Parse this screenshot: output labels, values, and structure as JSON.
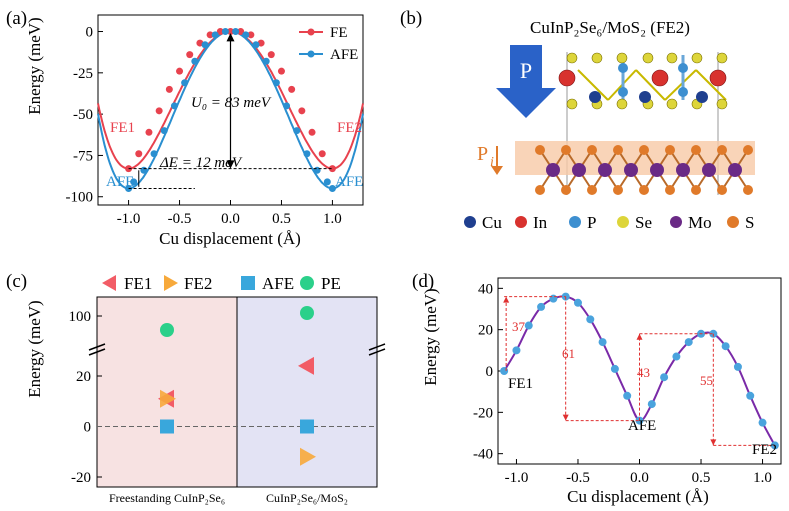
{
  "panels": {
    "a": {
      "tag": "(a)"
    },
    "b": {
      "tag": "(b)"
    },
    "c": {
      "tag": "(c)"
    },
    "d": {
      "tag": "(d)"
    }
  },
  "chart_data": [
    {
      "id": "a",
      "type": "line",
      "xlabel": "Cu displacement (Å)",
      "ylabel": "Energy (meV)",
      "xlim": [
        -1.3,
        1.3
      ],
      "ylim": [
        -105,
        10
      ],
      "xticks": [
        "-1.0",
        "-0.5",
        "0.0",
        "0.5",
        "1.0"
      ],
      "yticks": [
        "0",
        "-25",
        "-50",
        "-75",
        "-100"
      ],
      "colors": {
        "FE": "#e8424e",
        "AFE": "#2a8fd0"
      },
      "series": [
        {
          "name": "FE",
          "x": [
            -1.0,
            -0.9,
            -0.8,
            -0.7,
            -0.6,
            -0.5,
            -0.4,
            -0.3,
            -0.2,
            -0.1,
            0.0,
            0.1,
            0.2,
            0.3,
            0.4,
            0.5,
            0.6,
            0.7,
            0.8,
            0.9,
            1.0
          ],
          "y": [
            -83,
            -74,
            -61,
            -48,
            -35,
            -24,
            -14,
            -7,
            -2,
            0,
            0,
            0,
            -2,
            -7,
            -14,
            -24,
            -35,
            -48,
            -61,
            -74,
            -83
          ]
        },
        {
          "name": "AFE",
          "x": [
            -1.0,
            -0.95,
            -0.85,
            -0.75,
            -0.65,
            -0.55,
            -0.45,
            -0.35,
            -0.25,
            -0.15,
            -0.05,
            0.05,
            0.15,
            0.25,
            0.35,
            0.45,
            0.55,
            0.65,
            0.75,
            0.85,
            0.95,
            1.0
          ],
          "y": [
            -95,
            -91,
            -84,
            -74,
            -60,
            -45,
            -31,
            -18,
            -8,
            -2,
            0,
            0,
            -2,
            -8,
            -18,
            -31,
            -45,
            -60,
            -74,
            -84,
            -91,
            -95
          ]
        }
      ],
      "annotations": {
        "u0": "U₀ = 83 meV",
        "de": "ΔE = 12 meV",
        "fe1": "FE1",
        "fe2": "FE2",
        "afe_left": "AFE",
        "afe_right": "AFE"
      }
    },
    {
      "id": "c",
      "type": "scatter",
      "ylabel": "Energy (meV)",
      "categories": [
        "Freestanding CuInP₂Se₆",
        "CuInP₂Se₆/MoS₂"
      ],
      "yticks_low": [
        "-20",
        "0",
        "20"
      ],
      "yticks_high": [
        "100"
      ],
      "legend": [
        "FE1",
        "FE2",
        "AFE",
        "PE"
      ],
      "colors": {
        "FE1": "#f25c66",
        "FE2": "#f7a93b",
        "AFE": "#39a7dc",
        "PE": "#2bd08a"
      },
      "series": [
        {
          "name": "FE1",
          "values": [
            11,
            24
          ]
        },
        {
          "name": "FE2",
          "values": [
            11,
            -12
          ]
        },
        {
          "name": "AFE",
          "values": [
            0,
            0
          ]
        },
        {
          "name": "PE",
          "values": [
            86,
            103
          ]
        }
      ]
    },
    {
      "id": "d",
      "type": "line",
      "xlabel": "Cu displacement (Å)",
      "ylabel": "Energy (meV)",
      "xlim": [
        -1.15,
        1.15
      ],
      "ylim": [
        -45,
        45
      ],
      "xticks": [
        "-1.0",
        "-0.5",
        "0.0",
        "0.5",
        "1.0"
      ],
      "yticks": [
        "40",
        "20",
        "0",
        "-20",
        "-40"
      ],
      "x": [
        -1.1,
        -1.0,
        -0.9,
        -0.8,
        -0.7,
        -0.6,
        -0.5,
        -0.4,
        -0.3,
        -0.2,
        -0.1,
        0.0,
        0.1,
        0.2,
        0.3,
        0.4,
        0.5,
        0.6,
        0.7,
        0.8,
        0.9,
        1.0,
        1.1
      ],
      "y": [
        0,
        10,
        22,
        31,
        35,
        36,
        33,
        25,
        14,
        1,
        -12,
        -24,
        -16,
        -3,
        7,
        14,
        18,
        18,
        12,
        2,
        -12,
        -25,
        -36
      ],
      "annotations": {
        "fe1": "FE1",
        "afe": "AFE",
        "fe2": "FE2",
        "v37": "37",
        "v61": "61",
        "v43": "43",
        "v55": "55"
      }
    }
  ],
  "structure": {
    "title": "CuInP₂Se₆/MoS₂ (FE2)",
    "p_label": "P",
    "pi_label": "P",
    "pi_sub": "i",
    "legend": [
      {
        "label": "Cu",
        "color": "#1f3f8f"
      },
      {
        "label": "In",
        "color": "#d8322e"
      },
      {
        "label": "P",
        "color": "#3d8fd0"
      },
      {
        "label": "Se",
        "color": "#ddd53a"
      },
      {
        "label": "Mo",
        "color": "#6a2a86"
      },
      {
        "label": "S",
        "color": "#e07a2a"
      }
    ]
  }
}
